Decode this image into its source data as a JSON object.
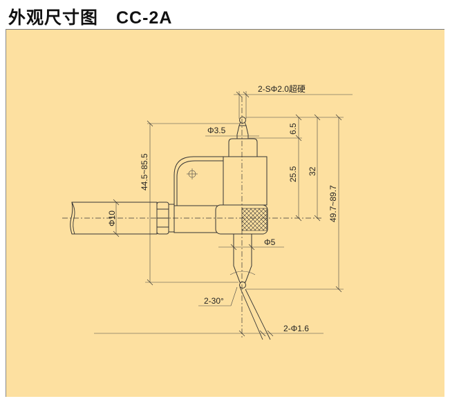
{
  "title": "外观尺寸图　CC-2A",
  "dimensions": {
    "stylus_ball": "2-SΦ2.0超硬",
    "tip_diameter": "Φ3.5",
    "tip_length": "6.5",
    "body_length": "25.5",
    "upper_total": "32",
    "overall_range": "49.7~89.7",
    "left_range": "44.5~85.5",
    "cable_diameter": "Φ10",
    "stem_diameter": "Φ5",
    "cone_angle": "2-30°",
    "wire_diameter": "2-Φ1.6"
  },
  "colors": {
    "panel": "#fde0a0",
    "line": "#333333"
  }
}
